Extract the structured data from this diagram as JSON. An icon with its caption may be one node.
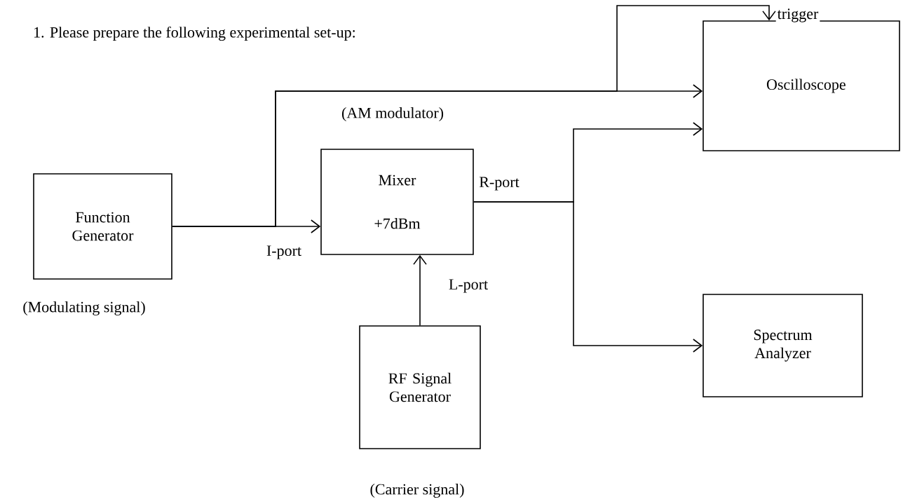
{
  "diagram": {
    "title": "1. Please prepare the following experimental set-up:",
    "nodes": [
      {
        "text": [
          "Function Generator"
        ],
        "beside": [
          "(Modulating signal)"
        ]
      },
      {
        "text": [
          "Mixer",
          "+7dBm"
        ],
        "beside": [
          "(AM modulator)"
        ]
      },
      {
        "text": [
          "RF Signal Generator"
        ],
        "beside": [
          "(Carrier signal)"
        ]
      },
      {
        "text": [
          "Oscilloscope"
        ]
      },
      {
        "text": [
          "Spectrum Analyzer"
        ]
      }
    ],
    "edges": [
      {
        "from": 0,
        "to": 1,
        "arrow": "to",
        "label": "I-port"
      },
      {
        "from": 0,
        "to": 3,
        "arrow": "to"
      },
      {
        "from": 0,
        "to": 3,
        "arrow": "to",
        "label": "trigger"
      },
      {
        "from": 2,
        "to": 1,
        "arrow": "to",
        "label": "L-port"
      },
      {
        "from": 1,
        "to": 3,
        "arrow": "to",
        "label": "R-port"
      },
      {
        "from": 1,
        "to": 4,
        "arrow": "to"
      }
    ]
  }
}
